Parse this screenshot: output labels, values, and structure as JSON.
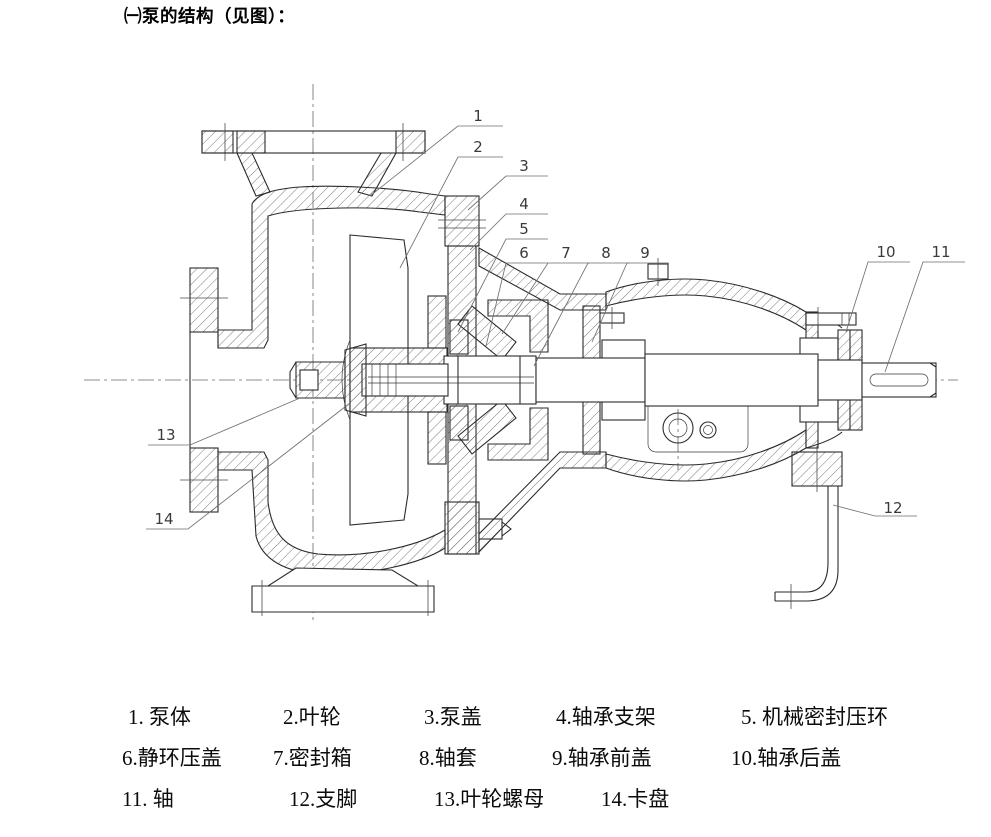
{
  "title": "㈠泵的结构（见图）：",
  "figure": {
    "description": "centrifugal pump cross-section drawing with numbered part callouts",
    "callouts": [
      "1",
      "2",
      "3",
      "4",
      "5",
      "6",
      "7",
      "8",
      "9",
      "10",
      "11",
      "12",
      "13",
      "14"
    ]
  },
  "legend": {
    "items": [
      "1. 泵体",
      "2.叶轮",
      "3.泵盖",
      "4.轴承支架",
      "5. 机械密封压环",
      "6.静环压盖",
      "7.密封箱",
      "8.轴套",
      "9.轴承前盖",
      "10.轴承后盖",
      "11. 轴",
      "12.支脚",
      "13.叶轮螺母",
      "14.卡盘"
    ]
  },
  "colors": {
    "line": "#2b2b2b",
    "leader": "#6f6f6f",
    "background": "#ffffff"
  }
}
